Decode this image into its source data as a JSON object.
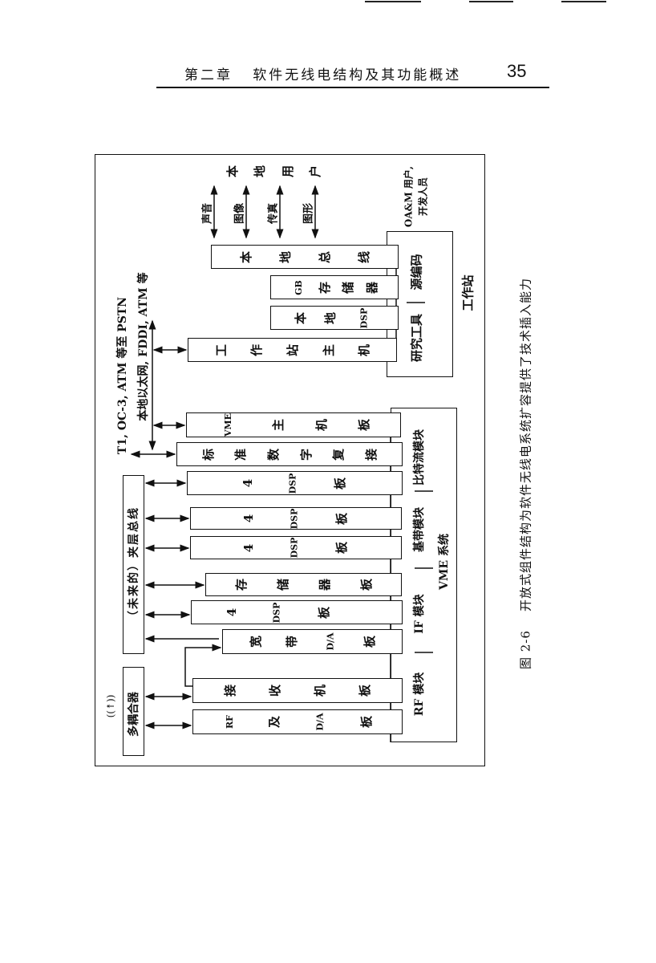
{
  "header": {
    "chapter": "第二章",
    "title": "软件无线电结构及其功能概述",
    "page_number": "35"
  },
  "diagram": {
    "local_user": "本 地 用 户",
    "media": [
      "声音",
      "图像",
      "传真",
      "图形"
    ],
    "oam_users": [
      "OA&M 用户,",
      "开发人员"
    ],
    "workstation_boxes": [
      "本 地 总 线",
      "GB 存 储 器",
      "本 地 DSP",
      "工 作 站 主 机"
    ],
    "workstation": {
      "label": "工作站",
      "source_coding": "源编码",
      "research_tools": "研究工具"
    },
    "network_labels": [
      "T1, OC-3, ATM 等至 PSTN",
      "本地以太网, FDDI, ATM 等"
    ],
    "vme_boxes": [
      "VME 主 机 板",
      "标 准 数 字 复 接",
      "4 DSP 板",
      "4 DSP 板",
      "4 DSP 板",
      "存 储 器 板",
      "4 DSP 板",
      "宽 带 D/A 板",
      "接 收 机 板",
      "RF 及 D/A 板"
    ],
    "vme_system": {
      "label": "VME 系统",
      "modules": [
        "比特流模块",
        "基带模块",
        "IF 模块",
        "RF 模块"
      ]
    },
    "mezzanine_bus": "（未来的）夹层总线",
    "multicoupler": "多耦合器",
    "antenna_icon": "antenna-icon"
  },
  "caption": {
    "figure_number": "图 2-6",
    "text": "开放式组件结构为软件无线电系统扩容提供了技术插入能力"
  }
}
